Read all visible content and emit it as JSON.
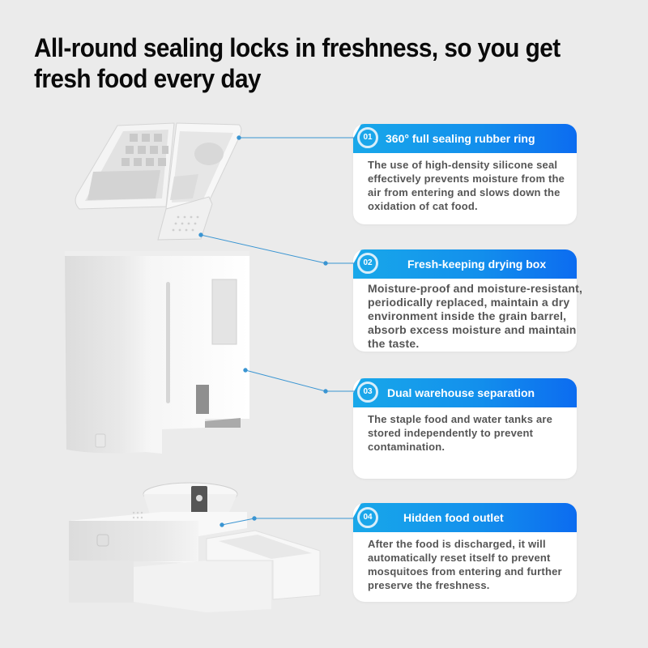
{
  "headline": "All-round sealing locks in freshness, so you get fresh food every day",
  "accent_colors": {
    "header_gradient_start": "#18a8ea",
    "header_gradient_end": "#0c6cf0",
    "connector_line": "#3a95d2",
    "body_text": "#555555",
    "background": "#ebebeb"
  },
  "features": [
    {
      "number": "01",
      "title": "360°   full sealing rubber ring",
      "description": "The use of high-density silicone seal effectively prevents moisture from the air from entering and slows down the oxidation of cat food."
    },
    {
      "number": "02",
      "title": "Fresh-keeping drying box",
      "description": "Moisture-proof and moisture-resistant, periodically replaced, maintain a dry environment inside the grain barrel, absorb excess moisture and maintain the taste."
    },
    {
      "number": "03",
      "title": "Dual warehouse separation",
      "description": "The staple food and water tanks are stored independently to prevent contamination."
    },
    {
      "number": "04",
      "title": "Hidden food outlet",
      "description": "After the food is discharged, it will automatically reset itself to prevent mosquitoes from entering and further preserve the freshness."
    }
  ],
  "product_parts": [
    {
      "name": "lid-with-seal"
    },
    {
      "name": "drying-box-insert"
    },
    {
      "name": "food-barrel"
    },
    {
      "name": "base-with-bowls"
    }
  ]
}
